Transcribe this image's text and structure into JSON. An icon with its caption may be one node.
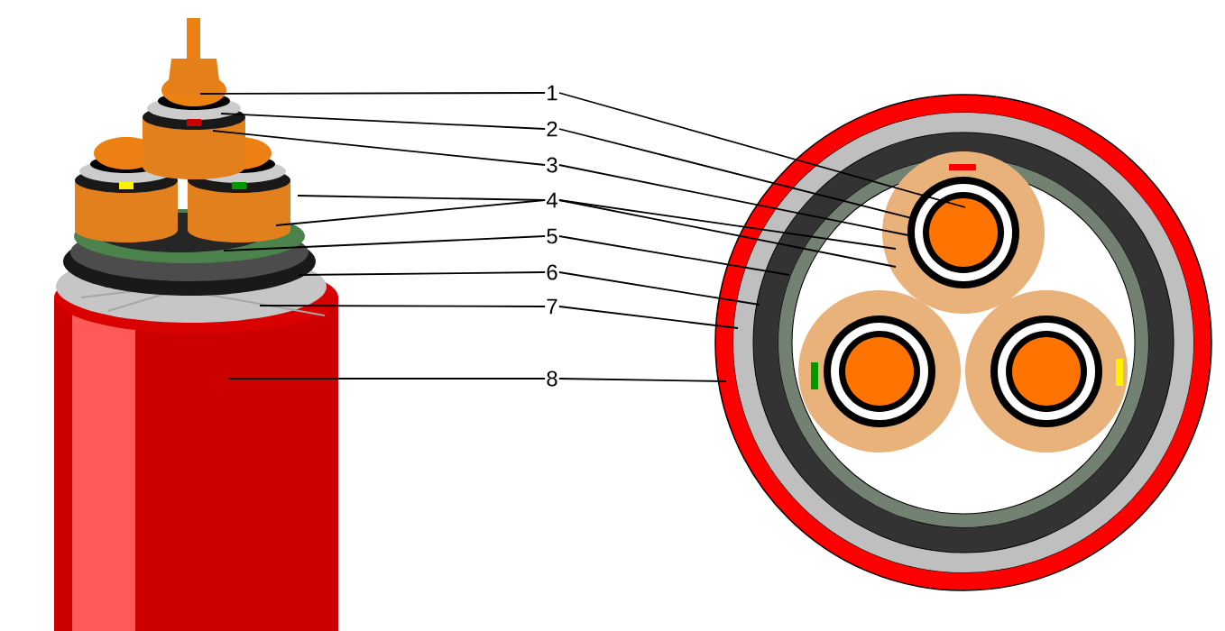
{
  "diagram": {
    "nodes": [
      {
        "text": [
          "1"
        ]
      },
      {
        "text": [
          "2"
        ]
      },
      {
        "text": [
          "3"
        ]
      },
      {
        "text": [
          "4"
        ]
      },
      {
        "text": [
          "5"
        ]
      },
      {
        "text": [
          "6"
        ]
      },
      {
        "text": [
          "7"
        ]
      },
      {
        "text": [
          "8"
        ]
      }
    ],
    "edges": [
      {
        "from": 0,
        "to": null,
        "arrow": "none"
      },
      {
        "from": 0,
        "to": null,
        "arrow": "none"
      },
      {
        "from": 1,
        "to": null,
        "arrow": "none"
      },
      {
        "from": 1,
        "to": null,
        "arrow": "none"
      },
      {
        "from": 2,
        "to": null,
        "arrow": "none"
      },
      {
        "from": 2,
        "to": null,
        "arrow": "none"
      },
      {
        "from": 3,
        "to": null,
        "arrow": "none"
      },
      {
        "from": 3,
        "to": null,
        "arrow": "none"
      },
      {
        "from": 3,
        "to": null,
        "arrow": "none"
      },
      {
        "from": 3,
        "to": null,
        "arrow": "none"
      },
      {
        "from": 4,
        "to": null,
        "arrow": "none"
      },
      {
        "from": 4,
        "to": null,
        "arrow": "none"
      },
      {
        "from": 5,
        "to": null,
        "arrow": "none"
      },
      {
        "from": 5,
        "to": null,
        "arrow": "none"
      },
      {
        "from": 6,
        "to": null,
        "arrow": "none"
      },
      {
        "from": 6,
        "to": null,
        "arrow": "none"
      },
      {
        "from": 7,
        "to": null,
        "arrow": "none"
      },
      {
        "from": 7,
        "to": null,
        "arrow": "none"
      }
    ]
  }
}
